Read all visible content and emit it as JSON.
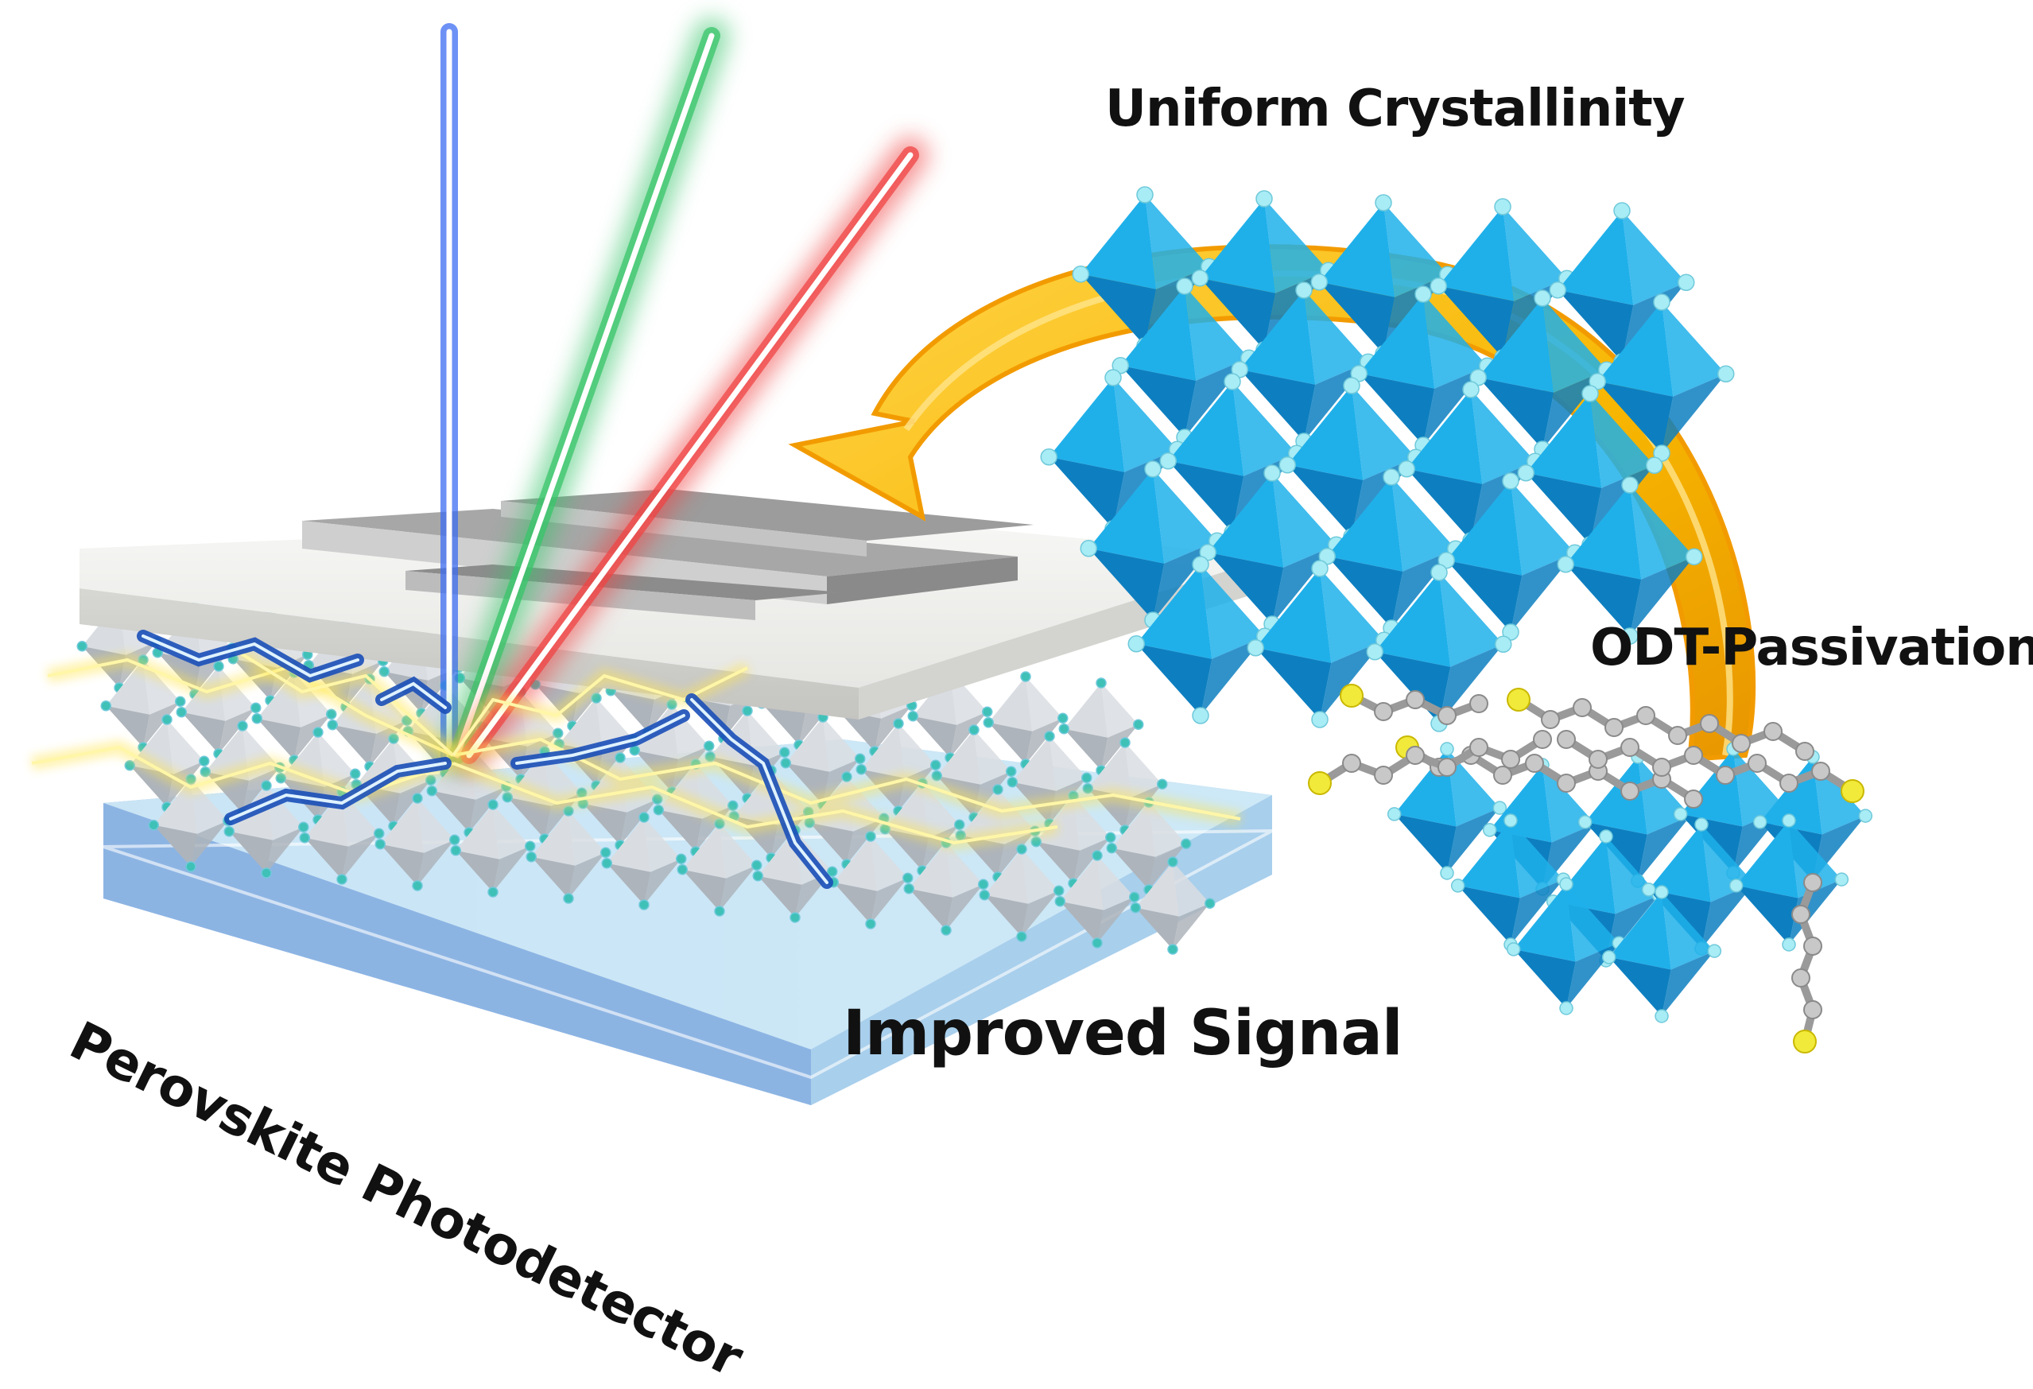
{
  "labels": {
    "uniform_crystallinity": "Uniform Crystallinity",
    "odt_passivation": "ODT-Passivation",
    "improved_signal": "Improved Signal",
    "perovskite_photodetector": "Perovskite Photodetector"
  },
  "beams": [
    {
      "name": "blue-light-beam",
      "color": "#3d6df2"
    },
    {
      "name": "green-light-beam",
      "color": "#39c56a"
    },
    {
      "name": "red-light-beam",
      "color": "#f04545"
    }
  ],
  "colors": {
    "octahedron": "#1fb0ea",
    "octahedron_dark": "#0d7fc0",
    "atom": "#a8ecf5",
    "arrow": "#f7b500",
    "substrate": "#8fc6ea",
    "sulfur": "#f2ea3a",
    "carbon": "#c8c8c8",
    "device_octahedron": "#cfd3d8",
    "spark": "#ffe44d"
  }
}
